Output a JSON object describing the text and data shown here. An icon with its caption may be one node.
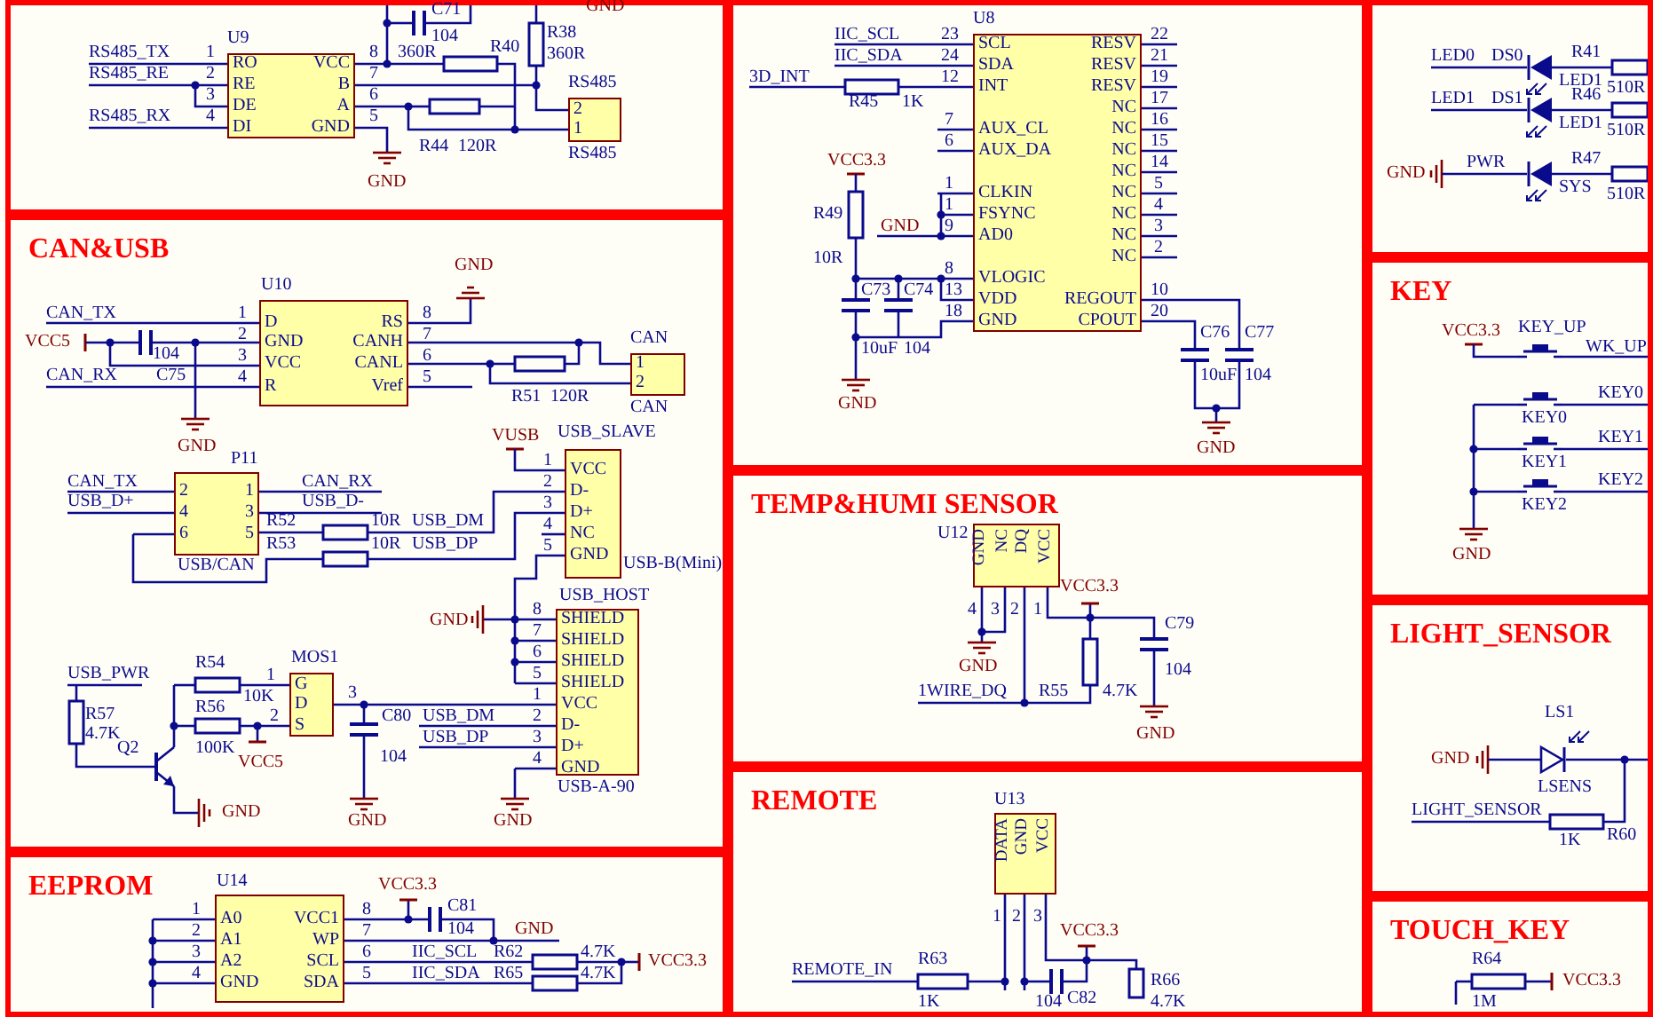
{
  "diagram": {
    "nodes": [
      {
        "text": [],
        "shape": "box"
      },
      {
        "text": [
          "CAN&USB"
        ]
      },
      {
        "text": [
          "EEPROM"
        ]
      },
      {
        "text": [],
        "shape": "box"
      },
      {
        "text": [
          "TEMP&HUMI SENSOR"
        ]
      },
      {
        "text": [
          "REMOTE"
        ]
      },
      {
        "text": [],
        "shape": "box"
      },
      {
        "text": [
          "KEY"
        ]
      },
      {
        "text": [
          "LIGHT_SENSOR"
        ]
      },
      {
        "text": [
          "TOUCH_KEY"
        ]
      },
      {
        "text": [
          "U9",
          "RO",
          "RE",
          "DE",
          "DI",
          "VCC",
          "B",
          "A",
          "GND"
        ],
        "in": 0
      },
      {
        "text": [
          "RS485",
          "2",
          "1"
        ],
        "beside": [
          "RS485"
        ],
        "in": 0
      },
      {
        "text": [
          "U10",
          "D",
          "GND",
          "VCC",
          "R",
          "RS",
          "CANH",
          "CANL",
          "Vref"
        ],
        "in": 1
      },
      {
        "text": [
          "CAN",
          "1",
          "2"
        ],
        "beside": [
          "CAN"
        ],
        "in": 1
      },
      {
        "text": [
          "P11",
          "2",
          "4",
          "6",
          "1",
          "3",
          "5"
        ],
        "beside": [
          "USB/CAN"
        ],
        "in": 1
      },
      {
        "text": [
          "USB_SLAVE",
          "VCC",
          "D-",
          "D+",
          "NC",
          "GND"
        ],
        "beside": [
          "USB-B(Mini)"
        ],
        "in": 1
      },
      {
        "text": [
          "USB_HOST",
          "SHIELD",
          "SHIELD",
          "SHIELD",
          "SHIELD",
          "VCC",
          "D-",
          "D+",
          "GND"
        ],
        "beside": [
          "USB-A-90"
        ],
        "in": 1
      },
      {
        "text": [
          "MOS1",
          "G",
          "D",
          "S"
        ],
        "in": 1
      },
      {
        "text": [
          "U14",
          "A0",
          "A1",
          "A2",
          "GND",
          "VCC1",
          "WP",
          "SCL",
          "SDA"
        ],
        "in": 2
      },
      {
        "text": [
          "U8",
          "SCL",
          "SDA",
          "INT",
          "AUX_CL",
          "AUX_DA",
          "CLKIN",
          "FSYNC",
          "AD0",
          "VLOGIC",
          "VDD",
          "GND",
          "RESV",
          "RESV",
          "RESV",
          "NC",
          "NC",
          "NC",
          "NC",
          "NC",
          "NC",
          "NC",
          "NC",
          "REGOUT",
          "CPOUT"
        ],
        "in": 3
      },
      {
        "text": [
          "U12",
          "GND",
          "NC",
          "DQ",
          "VCC"
        ],
        "in": 4
      },
      {
        "text": [
          "U13",
          "DATA",
          "GND",
          "VCC"
        ],
        "in": 5
      }
    ],
    "edges": [
      {
        "from": 10,
        "to": 11,
        "arrow": "none"
      },
      {
        "from": 10,
        "to": 11,
        "arrow": "none"
      },
      {
        "from": 12,
        "to": 13,
        "arrow": "none"
      },
      {
        "from": 12,
        "to": 13,
        "arrow": "none"
      },
      {
        "from": 15,
        "to": 16,
        "arrow": "none"
      },
      {
        "from": 17,
        "to": 16,
        "arrow": "none"
      }
    ],
    "labels": [
      "C71",
      "GND",
      "104",
      "R38",
      "RS485_TX",
      "1",
      "8",
      "360R",
      "R40",
      "360R",
      "RS485_RE",
      "2",
      "7",
      "3",
      "6",
      "RS485_RX",
      "4",
      "5",
      "R44",
      "120R",
      "GND",
      "GND",
      "CAN_TX",
      "1",
      "8",
      "VCC5",
      "2",
      "7",
      "104",
      "3",
      "6",
      "CAN_RX",
      "C75",
      "4",
      "5",
      "R51",
      "120R",
      "GND",
      "VUSB",
      "1",
      "CAN_TX",
      "CAN_RX",
      "2",
      "USB_D+",
      "USB_D-",
      "3",
      "R52",
      "10R",
      "USB_DM",
      "4",
      "R53",
      "10R",
      "USB_DP",
      "5",
      "GND",
      "8",
      "7",
      "6",
      "R54",
      "USB_PWR",
      "1",
      "5",
      "10K",
      "3",
      "1",
      "R57",
      "R56",
      "2",
      "C80",
      "USB_DM",
      "2",
      "4.7K",
      "USB_DP",
      "3",
      "Q2",
      "100K",
      "VCC5",
      "104",
      "4",
      "GND",
      "GND",
      "GND",
      "VCC3.3",
      "1",
      "8",
      "C81",
      "2",
      "7",
      "104",
      "GND",
      "3",
      "6",
      "IIC_SCL",
      "R62",
      "4.7K",
      "VCC3.3",
      "4",
      "5",
      "IIC_SDA",
      "R65",
      "4.7K",
      "IIC_SCL",
      "23",
      "22",
      "IIC_SDA",
      "24",
      "21",
      "3D_INT",
      "12",
      "19",
      "R45",
      "1K",
      "17",
      "7",
      "16",
      "6",
      "15",
      "VCC3.3",
      "14",
      "1",
      "5",
      "R49",
      "1",
      "4",
      "GND",
      "9",
      "3",
      "2",
      "10R",
      "8",
      "C73",
      "C74",
      "13",
      "10",
      "18",
      "20",
      "10uF",
      "104",
      "C76",
      "C77",
      "10uF",
      "104",
      "GND",
      "GND",
      "VCC3.3",
      "4",
      "3",
      "2",
      "1",
      "C79",
      "GND",
      "104",
      "1WIRE_DQ",
      "R55",
      "4.7K",
      "GND",
      "1",
      "2",
      "3",
      "VCC3.3",
      "REMOTE_IN",
      "R63",
      "R66",
      "1K",
      "104",
      "C82",
      "4.7K",
      "LED0",
      "DS0",
      "R41",
      "LED1",
      "510R",
      "LED1",
      "DS1",
      "R46",
      "LED1",
      "510R",
      "GND",
      "PWR",
      "R47",
      "SYS",
      "510R",
      "VCC3.3",
      "KEY_UP",
      "WK_UP",
      "KEY0",
      "KEY0",
      "KEY1",
      "KEY1",
      "KEY2",
      "KEY2",
      "GND",
      "LS1",
      "GND",
      "LSENS",
      "LIGHT_SENSOR",
      "1K",
      "R60",
      "R64",
      "VCC3.3",
      "1M"
    ]
  }
}
